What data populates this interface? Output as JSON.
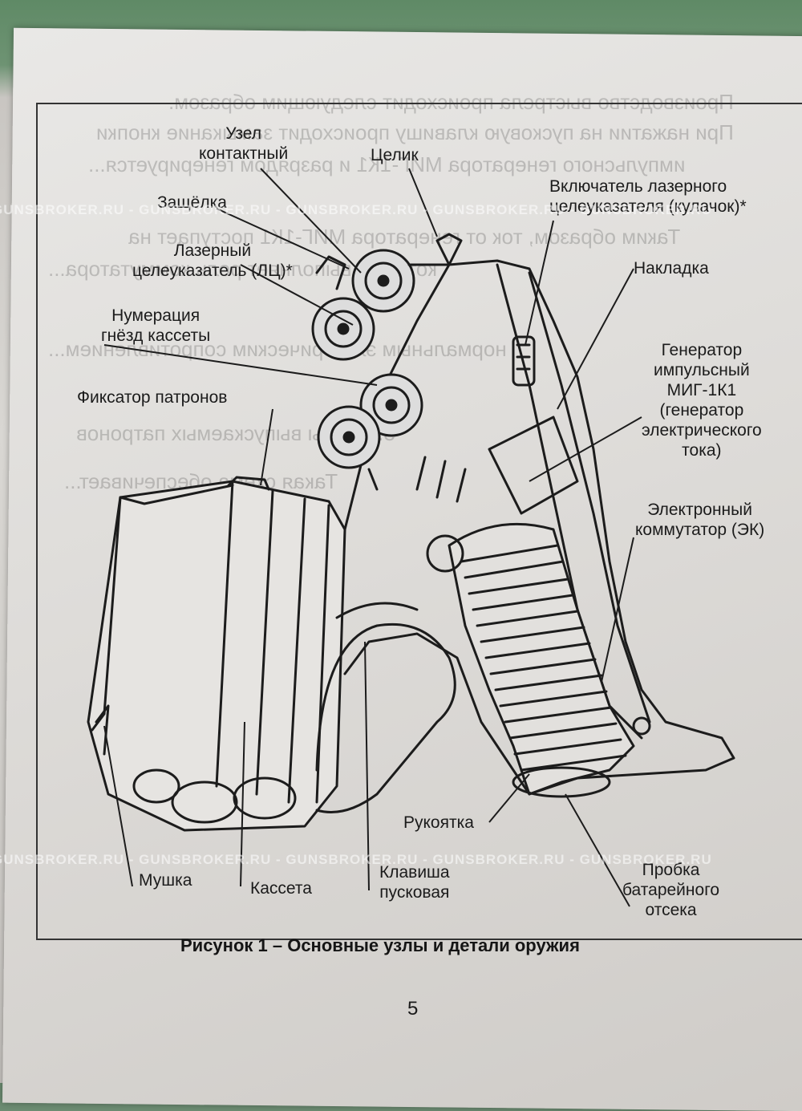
{
  "bleed_lines": [
    "Производство выстрела происходит следующим образом.",
    "При нажатии на пусковую клавишу происходит замыкание кнопки",
    "импульсного генератора МИГ-1К1 и разрядом генерируется...",
    "Таким образом, ток от генератора МИГ-1К1 поступает на",
    "который выполняет роль коммутатора...",
    "нормальным электрическим сопротивлением...",
    "5.2 Виды выпускаемых патронов",
    "Такая схема обеспечивает..."
  ],
  "labels": {
    "uzel": "Узел\nконтактный",
    "celik": "Целик",
    "vkluchatel": "Включатель лазерного\nцелеуказателя (кулачок)*",
    "zashelka": "Защёлка",
    "nakladka": "Накладка",
    "lazer": "Лазерный\nцелеуказатель (ЛЦ)*",
    "numeracia": "Нумерация\nгнёзд кассеты",
    "generator": "Генератор\nимпульсный\nМИГ-1К1\n(генератор\nэлектрического\nтока)",
    "fiksator": "Фиксатор патронов",
    "kommutator": "Электронный\nкоммутатор (ЭК)",
    "rukoyatka": "Рукоятка",
    "mushka": "Мушка",
    "kasseta": "Кассета",
    "klavisha": "Клавиша\nпусковая",
    "probka": "Пробка\nбатарейного\nотсека"
  },
  "caption": "Рисунок 1 – Основные узлы и детали оружия",
  "page_number": "5",
  "watermark": "GUNSBROKER.RU - GUNSBROKER.RU - GUNSBROKER.RU - GUNSBROKER.RU - GUNSBROKER.RU"
}
